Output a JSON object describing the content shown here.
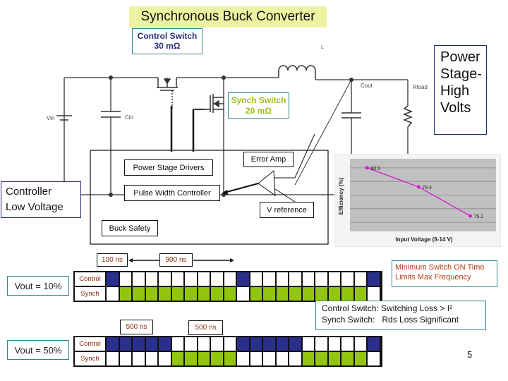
{
  "title": "Synchronous Buck Converter",
  "circuit": {
    "control_switch": {
      "line1": "Control Switch",
      "line2": "30 mΩ"
    },
    "synch_switch": {
      "line1": "Synch Switch",
      "line2": "20 mΩ"
    },
    "labels": {
      "vin": "Vin",
      "cin": "Cin",
      "inductor": "L",
      "cout": "Cout",
      "rload": "Rload"
    },
    "power_stage": [
      "Power",
      "Stage-",
      "High",
      "Volts"
    ]
  },
  "controller": {
    "label": [
      "Controller",
      "Low Voltage"
    ],
    "blocks": {
      "power_stage_drivers": "Power Stage Drivers",
      "pulse_width_controller": "Pulse Width Controller",
      "error_amp": "Error Amp",
      "v_reference": "V reference",
      "buck_safety": "Buck Safety"
    }
  },
  "chart_data": {
    "type": "line",
    "title": "",
    "xlabel": "Input Voltage (8-14 V)",
    "ylabel": "Efficiency (%)",
    "x": [
      8,
      11,
      14
    ],
    "values": [
      80.5,
      78.4,
      75.2
    ],
    "data_labels": [
      "80.5",
      "78.4",
      "75.2"
    ],
    "ylim": [
      73.5,
      81.5
    ],
    "grid": true,
    "series_color": "#d21ad2",
    "plot_bg": "#c0c0c0"
  },
  "timing": {
    "colors": {
      "control_on": "#2b2f8c",
      "synch_on": "#92c50e",
      "off": "#ffffff"
    },
    "diagrams": [
      {
        "vout_label": "Vout = 10%",
        "control_label": "Control",
        "synch_label": "Synch",
        "durations": [
          "100 ns",
          "900 ns"
        ],
        "control": [
          1,
          0,
          0,
          0,
          0,
          0,
          0,
          0,
          0,
          0,
          1,
          0,
          0,
          0,
          0,
          0,
          0,
          0,
          0,
          0,
          1
        ],
        "synch": [
          0,
          1,
          1,
          1,
          1,
          1,
          1,
          1,
          1,
          1,
          0,
          1,
          1,
          1,
          1,
          1,
          1,
          1,
          1,
          1,
          0
        ]
      },
      {
        "vout_label": "Vout = 50%",
        "control_label": "Control",
        "synch_label": "Synch",
        "durations": [
          "500 ns",
          "500 ns"
        ],
        "control": [
          1,
          1,
          1,
          1,
          1,
          0,
          0,
          0,
          0,
          0,
          1,
          1,
          1,
          1,
          1,
          0,
          0,
          0,
          0,
          0,
          1
        ],
        "synch": [
          0,
          0,
          0,
          0,
          0,
          1,
          1,
          1,
          1,
          1,
          0,
          0,
          0,
          0,
          0,
          1,
          1,
          1,
          1,
          1,
          0
        ]
      }
    ]
  },
  "notes": {
    "min_switch": [
      "Minimum Switch ON Time",
      "Limits Max Frequency"
    ],
    "losses": [
      "Control Switch: Switching Loss > I²",
      "Synch Switch:   Rds Loss Significant"
    ]
  },
  "page_number": "5"
}
